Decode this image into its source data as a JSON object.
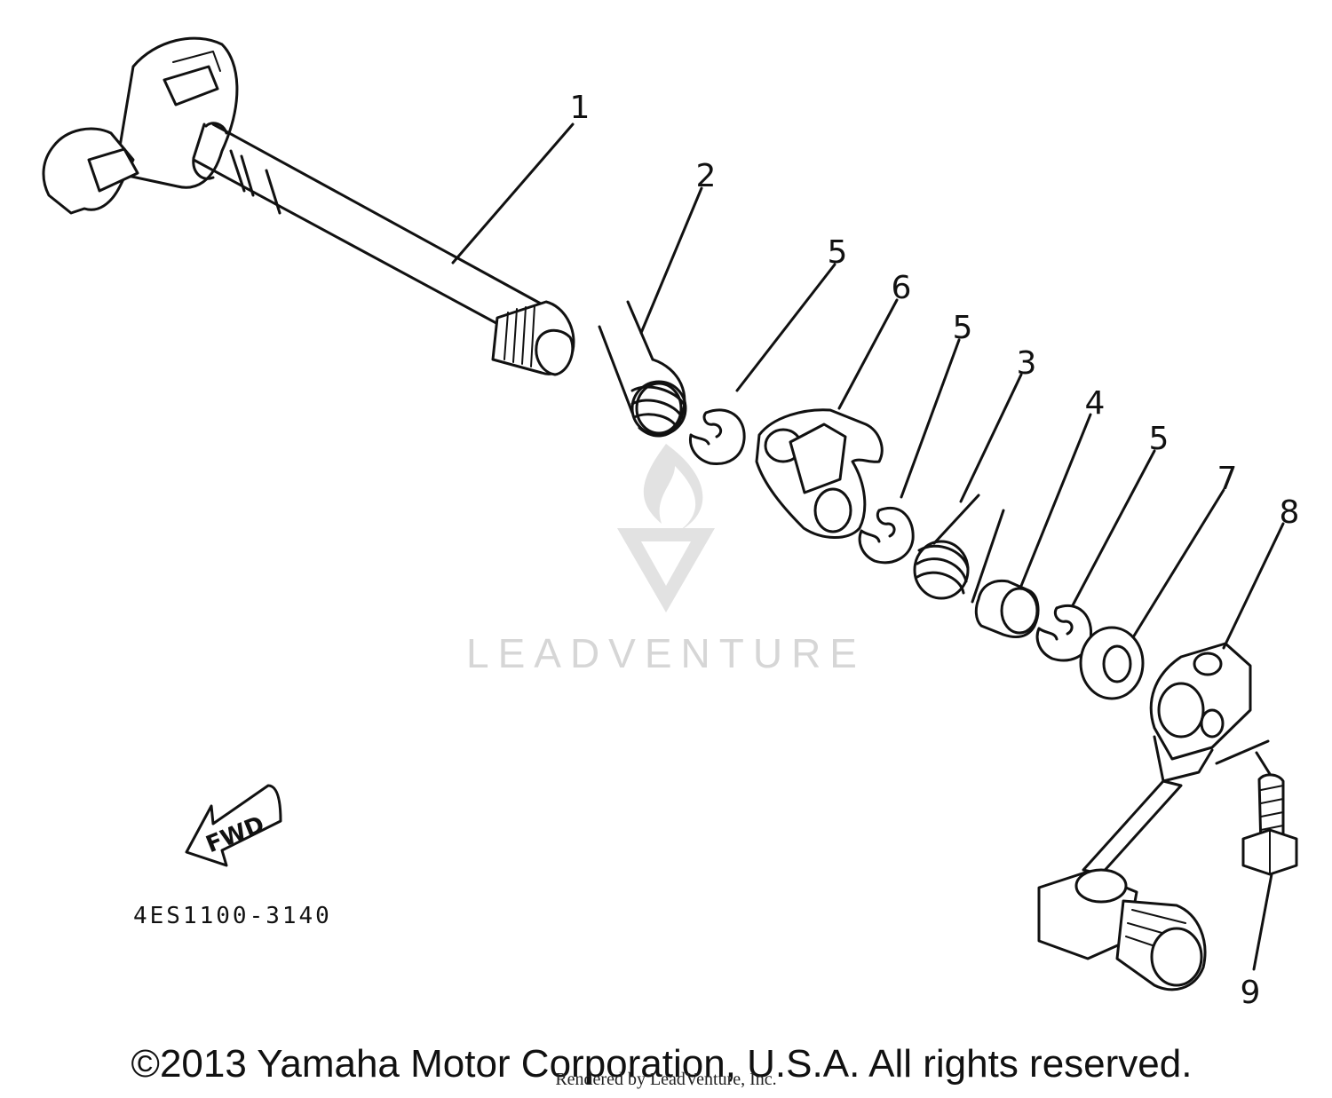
{
  "callouts": [
    {
      "id": "1",
      "text": "1"
    },
    {
      "id": "2",
      "text": "2"
    },
    {
      "id": "5a",
      "text": "5"
    },
    {
      "id": "6",
      "text": "6"
    },
    {
      "id": "5b",
      "text": "5"
    },
    {
      "id": "3",
      "text": "3"
    },
    {
      "id": "4",
      "text": "4"
    },
    {
      "id": "5c",
      "text": "5"
    },
    {
      "id": "7",
      "text": "7"
    },
    {
      "id": "8",
      "text": "8"
    },
    {
      "id": "9",
      "text": "9"
    }
  ],
  "fwd_label": "FWD",
  "diagram_code": "4ES1100-3140",
  "watermark": "LEADVENTURE",
  "copyright": "©2013 Yamaha Motor Corporation, U.S.A. All rights reserved.",
  "rendered_by": "Rendered by LeadVenture, Inc."
}
